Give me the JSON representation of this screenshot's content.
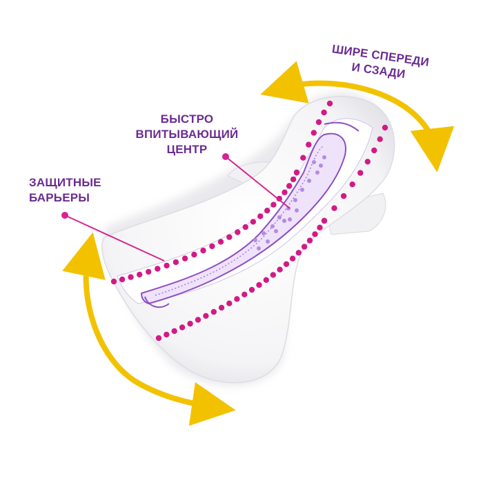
{
  "labels": {
    "barriers": {
      "line1": "ЗАЩИТНЫЕ",
      "line2": "БАРЬЕРЫ"
    },
    "center": {
      "line1": "БЫСТРО",
      "line2": "ВПИТЫВАЮЩИЙ",
      "line3": "ЦЕНТР"
    },
    "wider": {
      "line1": "ШИРЕ СПЕРЕДИ",
      "line2": "И СЗАДИ"
    }
  },
  "colors": {
    "label_text": "#6a2c91",
    "pointer_magenta": "#d6238f",
    "barrier_dots": "#d21a86",
    "arrow_yellow": "#f2c200",
    "core_purple": "#8b4fc1"
  }
}
